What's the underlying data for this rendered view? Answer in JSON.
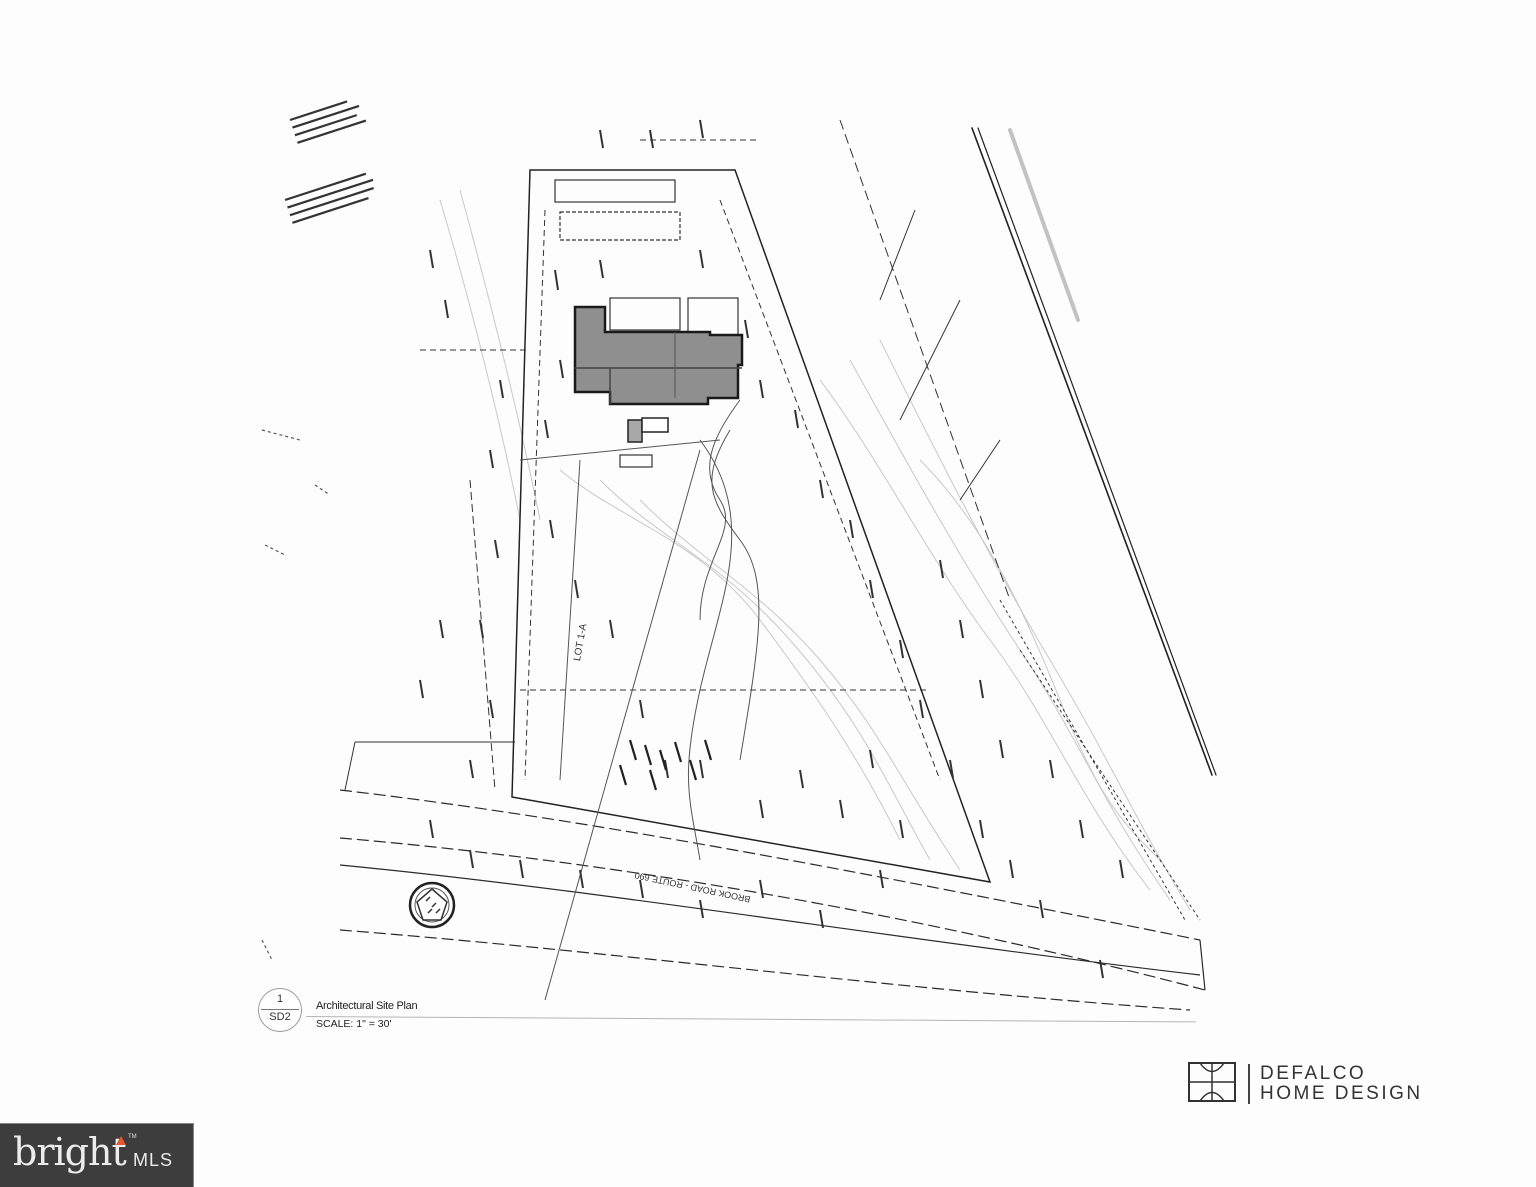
{
  "document": {
    "type": "Architectural site plan (scanned)",
    "detail_marker": {
      "number": "1",
      "sheet": "SD2"
    },
    "title": "Architectural Site Plan",
    "scale": "SCALE: 1\"  = 30'"
  },
  "plan_labels": {
    "road": "BROOK ROAD - ROUTE 690",
    "lot": "LOT 1-A"
  },
  "brand": {
    "line1": "DEFALCO",
    "line2": "HOME DESIGN"
  },
  "watermark": {
    "brand": "bright",
    "suffix": "MLS",
    "tm": "TM",
    "accent_color": "#e2572b",
    "background_color": "#3d3d3d"
  },
  "colors": {
    "linework": "#2b2b2b",
    "contours": "#bdbdbd",
    "building_fill": "#8f8f8f",
    "paper": "#fdfdfd"
  }
}
